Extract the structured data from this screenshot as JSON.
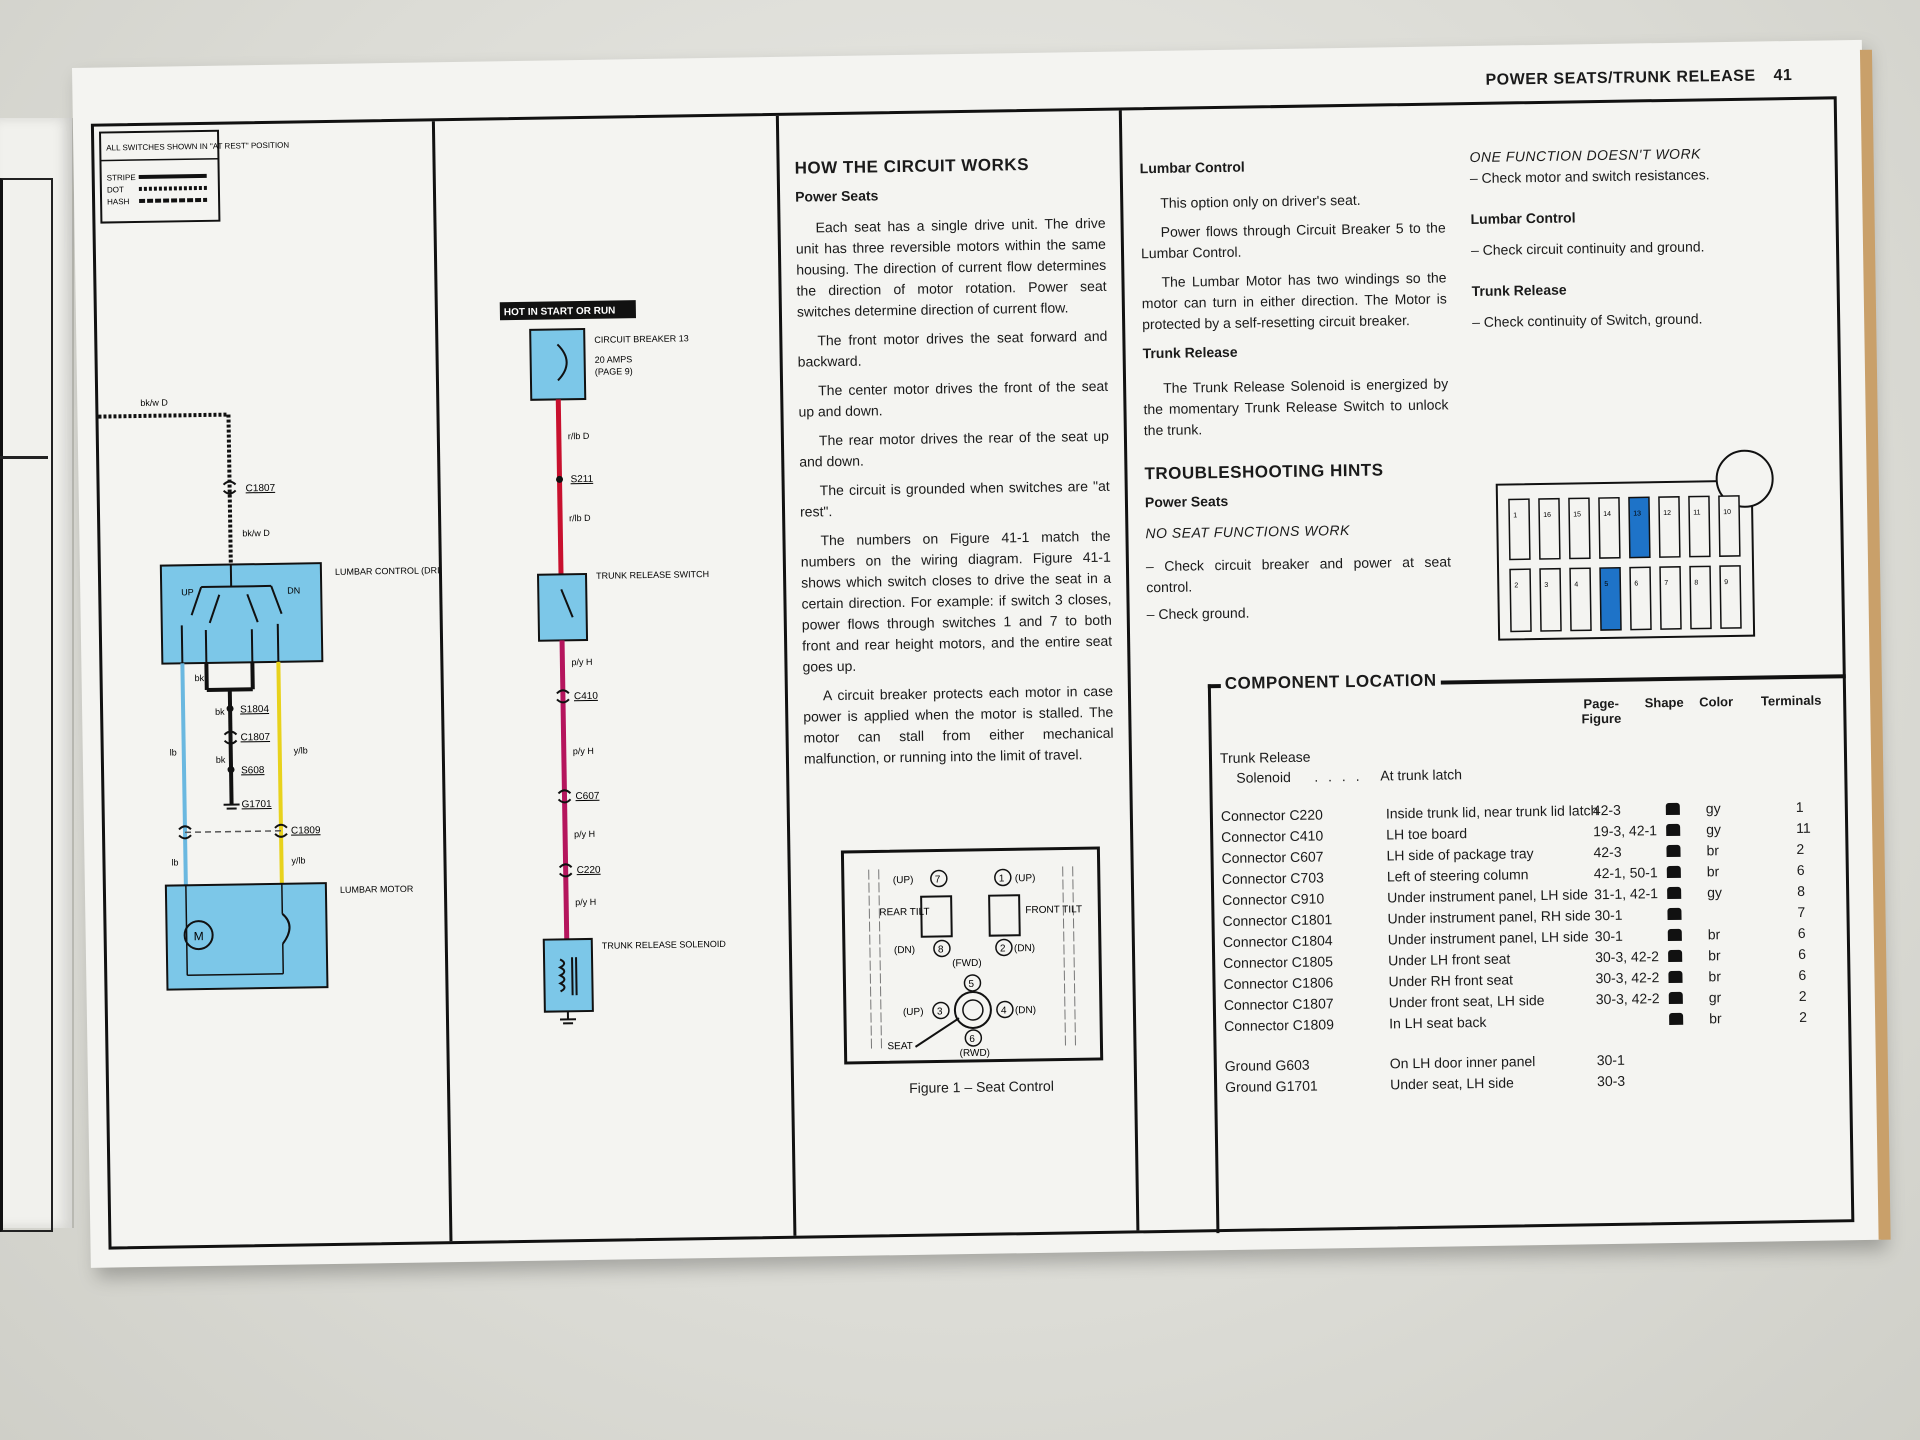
{
  "header": {
    "title": "POWER SEATS/TRUNK RELEASE",
    "page_number": "41"
  },
  "legend": {
    "note": "ALL SWITCHES SHOWN IN \"AT REST\" POSITION",
    "items": [
      "STRIPE",
      "DOT",
      "HASH"
    ]
  },
  "lumbar_diagram": {
    "wire_top": "bk/w D",
    "connector_top": "C1807",
    "wire_mid": "bk/w D",
    "control_label": "LUMBAR CONTROL (DRIVER'S SEAT)",
    "up": "UP",
    "dn": "DN",
    "bk": "bk",
    "s1804": "S1804",
    "c1807b": "C1807",
    "s608": "S608",
    "g1701": "G1701",
    "lb": "lb",
    "ylb": "y/lb",
    "c1809": "C1809",
    "motor_label": "LUMBAR MOTOR",
    "m": "M"
  },
  "trunk_diagram": {
    "hot_label": "HOT IN START OR RUN",
    "breaker_label": "CIRCUIT BREAKER 13",
    "breaker_amps": "20 AMPS",
    "breaker_page": "(PAGE 9)",
    "wire1": "r/lb D",
    "s211": "S211",
    "wire2": "r/lb D",
    "switch_label": "TRUNK RELEASE SWITCH",
    "wire3": "p/y H",
    "c410": "C410",
    "wire4": "p/y H",
    "c607": "C607",
    "wire5": "p/y H",
    "c220": "C220",
    "wire6": "p/y H",
    "solenoid_label": "TRUNK RELEASE SOLENOID"
  },
  "how_it_works": {
    "title": "HOW THE CIRCUIT WORKS",
    "subtitle": "Power Seats",
    "paragraphs": [
      "Each seat has a single drive unit. The drive unit has three reversible motors within the same housing. The direction of current flow determines the direction of motor rotation. Power seat switches determine direction of current flow.",
      "The front motor drives the seat forward and backward.",
      "The center motor drives the front of the seat up and down.",
      "The rear motor drives the rear of the seat up and down.",
      "The circuit is grounded when switches are \"at rest\".",
      "The numbers on Figure 41-1 match the numbers on the wiring diagram. Figure 41-1 shows which switch closes to drive the seat in a certain direction. For example: if switch 3 closes, power flows through switches 1 and 7 to both front and rear height motors, and the entire seat goes up.",
      "A circuit breaker protects each motor in case power is applied when the motor is stalled. The motor can stall from either mechanical malfunction, or running into the limit of travel."
    ]
  },
  "figure": {
    "caption": "Figure 1 – Seat Control",
    "up": "(UP)",
    "dn": "(DN)",
    "fwd": "(FWD)",
    "rwd": "(RWD)",
    "rear_tilt": "REAR TILT",
    "front_tilt": "FRONT TILT",
    "seat": "SEAT",
    "n1": "1",
    "n2": "2",
    "n3": "3",
    "n4": "4",
    "n5": "5",
    "n6": "6",
    "n7": "7",
    "n8": "8"
  },
  "lumbar_control": {
    "title": "Lumbar Control",
    "p1": "This option only on driver's seat.",
    "p2": "Power flows through Circuit Breaker 5 to the Lumbar Control.",
    "p3": "The Lumbar Motor has two windings so the motor can turn in either direction. The Motor is protected by a self-resetting circuit breaker."
  },
  "trunk_release": {
    "title": "Trunk Release",
    "p1": "The Trunk Release Solenoid is energized by the momentary Trunk Release Switch to unlock the trunk."
  },
  "troubleshooting": {
    "title": "TROUBLESHOOTING HINTS",
    "power_seats": "Power Seats",
    "no_function": "NO SEAT FUNCTIONS WORK",
    "h1": "– Check circuit breaker and power at seat control.",
    "h2": "– Check ground.",
    "one_function": "ONE FUNCTION DOESN'T WORK",
    "h3": "– Check motor and switch resistances.",
    "lumbar": "Lumbar Control",
    "h4": "– Check circuit continuity and ground.",
    "trunk": "Trunk Release",
    "h5": "– Check continuity of Switch, ground."
  },
  "fuse_block": {
    "top": [
      "1",
      "16",
      "15",
      "14",
      "13",
      "12",
      "11",
      "10"
    ],
    "bottom": [
      "2",
      "3",
      "4",
      "5",
      "6",
      "7",
      "8",
      "9"
    ],
    "highlight_color": "#1e73c8"
  },
  "component_location": {
    "title": "COMPONENT LOCATION",
    "headers": {
      "page": "Page-Figure",
      "shape": "Shape",
      "color": "Color",
      "terminals": "Terminals"
    },
    "solenoid": {
      "name1": "Trunk Release",
      "name2": "Solenoid",
      "loc": "At trunk latch"
    },
    "connectors": [
      {
        "name": "Connector C220",
        "loc": "Inside trunk lid, near trunk lid latch",
        "page": "42-3",
        "color": "gy",
        "terminals": "1"
      },
      {
        "name": "Connector C410",
        "loc": "LH toe board",
        "page": "19-3, 42-1",
        "color": "gy",
        "terminals": "11"
      },
      {
        "name": "Connector C607",
        "loc": "LH side of package tray",
        "page": "42-3",
        "color": "br",
        "terminals": "2"
      },
      {
        "name": "Connector C703",
        "loc": "Left of steering column",
        "page": "42-1, 50-1",
        "color": "br",
        "terminals": "6"
      },
      {
        "name": "Connector C910",
        "loc": "Under instrument panel, LH side",
        "page": "31-1, 42-1",
        "color": "gy",
        "terminals": "8"
      },
      {
        "name": "Connector C1801",
        "loc": "Under instrument panel, RH side",
        "page": "30-1",
        "color": "",
        "terminals": "7"
      },
      {
        "name": "Connector C1804",
        "loc": "Under instrument panel, LH side",
        "page": "30-1",
        "color": "br",
        "terminals": "6"
      },
      {
        "name": "Connector C1805",
        "loc": "Under LH front seat",
        "page": "30-3, 42-2",
        "color": "br",
        "terminals": "6"
      },
      {
        "name": "Connector C1806",
        "loc": "Under RH front seat",
        "page": "30-3, 42-2",
        "color": "br",
        "terminals": "6"
      },
      {
        "name": "Connector C1807",
        "loc": "Under front seat, LH side",
        "page": "30-3, 42-2",
        "color": "gr",
        "terminals": "2"
      },
      {
        "name": "Connector C1809",
        "loc": "In LH seat back",
        "page": "",
        "color": "br",
        "terminals": "2"
      }
    ],
    "grounds": [
      {
        "name": "Ground G603",
        "loc": "On LH door inner panel",
        "page": "30-1"
      },
      {
        "name": "Ground G1701",
        "loc": "Under seat, LH side",
        "page": "30-3"
      }
    ]
  },
  "colors": {
    "diagram_blue": "#7cc7e8",
    "wire_red": "#c8102e",
    "wire_yellow": "#e8d21c",
    "wire_lightblue": "#6ab8e0"
  }
}
